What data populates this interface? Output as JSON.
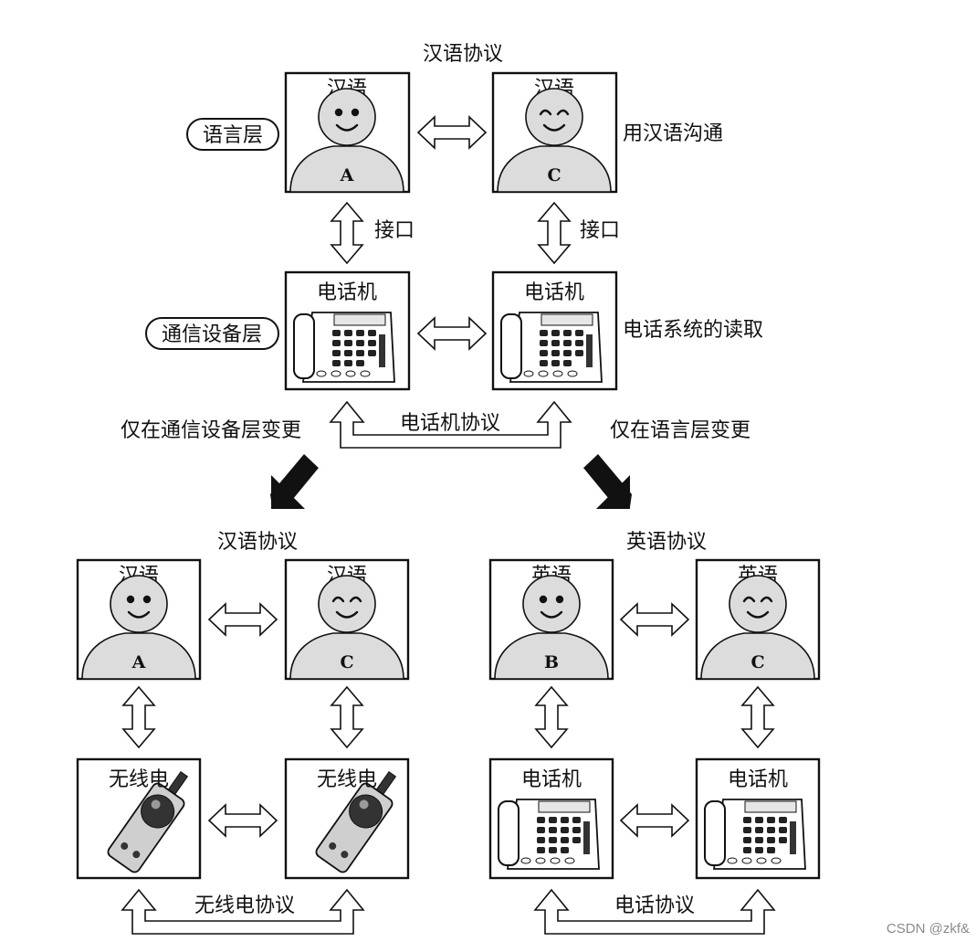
{
  "top": {
    "protocol": "汉语协议",
    "person_a": {
      "label": "汉语",
      "letter": "A"
    },
    "person_c": {
      "label": "汉语",
      "letter": "C"
    },
    "language_layer_tag": "语言层",
    "language_note": "用汉语沟通",
    "interface_left": "接口",
    "interface_right": "接口",
    "device_left": "电话机",
    "device_right": "电话机",
    "device_layer_tag": "通信设备层",
    "device_note": "电话系统的读取",
    "device_protocol": "电话机协议",
    "change_left": "仅在通信设备层变更",
    "change_right": "仅在语言层变更"
  },
  "bottom_left": {
    "protocol": "汉语协议",
    "person_a": {
      "label": "汉语",
      "letter": "A"
    },
    "person_c": {
      "label": "汉语",
      "letter": "C"
    },
    "device_left": "无线电",
    "device_right": "无线电",
    "device_protocol": "无线电协议"
  },
  "bottom_right": {
    "protocol": "英语协议",
    "person_b": {
      "label": "英语",
      "letter": "B"
    },
    "person_c": {
      "label": "英语",
      "letter": "C"
    },
    "device_left": "电话机",
    "device_right": "电话机",
    "device_protocol": "电话协议"
  },
  "watermark": "CSDN @zkf&"
}
